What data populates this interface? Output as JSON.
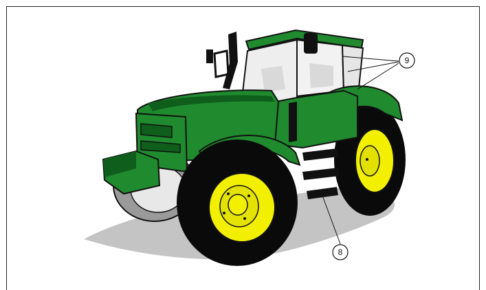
{
  "callouts": [
    {
      "id": "callout-9",
      "label": "9"
    },
    {
      "id": "callout-8",
      "label": "8"
    }
  ],
  "colors": {
    "body_green": "#1f8a2e",
    "dark_green": "#0f5e1c",
    "wheel_yellow": "#f2f000",
    "tire_black": "#0a0a0a",
    "shadow_gray": "#bdbdbd",
    "glass_gray": "#e9e9e9"
  }
}
